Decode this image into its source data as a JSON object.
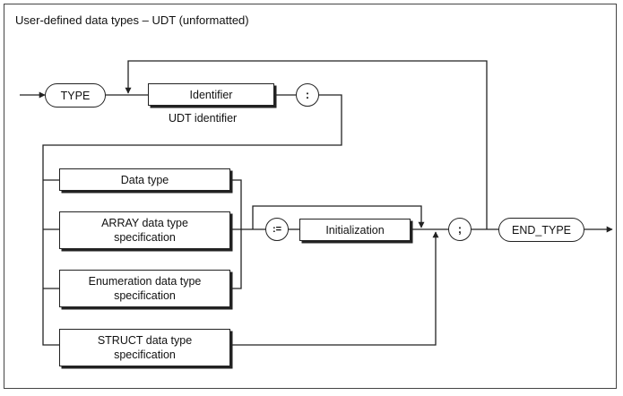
{
  "title": "User-defined data types – UDT (unformatted)",
  "nodes": {
    "type_kw": "TYPE",
    "identifier": "Identifier",
    "udt_identifier": "UDT identifier",
    "colon": ":",
    "data_type": "Data type",
    "array_spec": "ARRAY data type\nspecification",
    "enum_spec": "Enumeration data type\nspecification",
    "struct_spec": "STRUCT data type\nspecification",
    "assign": ":=",
    "initialization": "Initialization",
    "semicolon": ";",
    "end_type": "END_TYPE"
  }
}
